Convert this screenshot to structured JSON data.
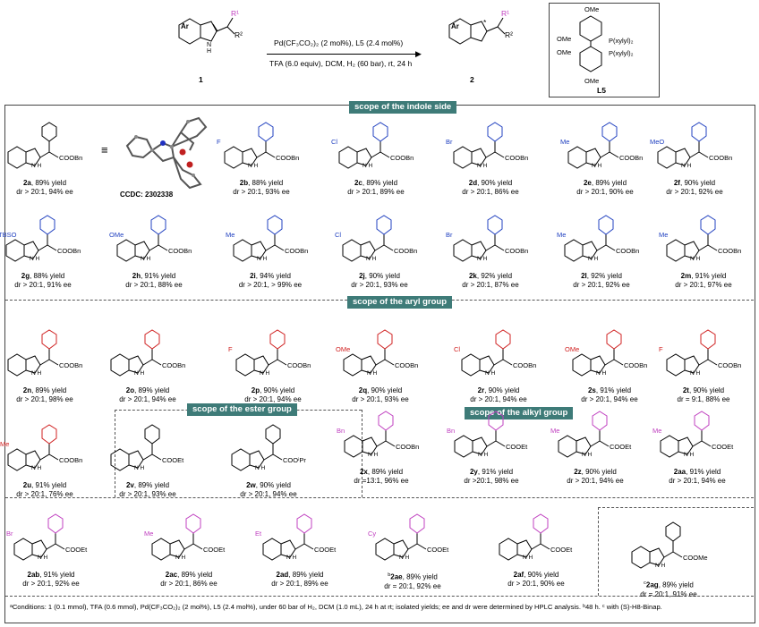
{
  "reaction": {
    "conditions_top": "Pd(CF₃CO₂)₂ (2 mol%), L5 (2.4 mol%)",
    "conditions_bottom": "TFA (6.0 equiv), DCM, H₂ (60 bar), rt, 24 h",
    "substrate_number": "1",
    "product_number": "2",
    "substrate_r1": "R¹",
    "substrate_r2": "R²",
    "substrate_ar": "Ar",
    "ligand_label": "L5",
    "ligand_p_top": "P(xylyl)₂",
    "ligand_p_bottom": "P(xylyl)₂",
    "ligand_ome": "OMe"
  },
  "sections": {
    "indole": "scope of the indole side",
    "aryl": "scope of the aryl group",
    "ester": "scope of the ester group",
    "alkyl": "scope of the alkyl group"
  },
  "crystal": {
    "label": "CCDC: 2302338",
    "equiv": "≡"
  },
  "compounds": [
    {
      "id": "2a",
      "yield": "89% yield",
      "sel": "dr > 20:1, 94% ee",
      "sub": "",
      "ester": "COOBn"
    },
    {
      "id": "2b",
      "yield": "88% yield",
      "sel": "dr > 20:1, 93% ee",
      "sub": "F",
      "ester": "COOBn"
    },
    {
      "id": "2c",
      "yield": "89% yield",
      "sel": "dr > 20:1, 89% ee",
      "sub": "Cl",
      "ester": "COOBn"
    },
    {
      "id": "2d",
      "yield": "90% yield",
      "sel": "dr > 20:1, 86% ee",
      "sub": "Br",
      "ester": "COOBn"
    },
    {
      "id": "2e",
      "yield": "89% yield",
      "sel": "dr > 20:1, 90% ee",
      "sub": "Me",
      "ester": "COOBn"
    },
    {
      "id": "2f",
      "yield": "90% yield",
      "sel": "dr > 20:1, 92% ee",
      "sub": "MeO",
      "ester": "COOBn"
    },
    {
      "id": "2g",
      "yield": "88% yield",
      "sel": "dr > 20:1, 91% ee",
      "sub": "TBSO",
      "ester": "COOBn"
    },
    {
      "id": "2h",
      "yield": "91% yield",
      "sel": "dr > 20:1, 88% ee",
      "sub": "OMe",
      "ester": "COOBn"
    },
    {
      "id": "2i",
      "yield": "94% yield",
      "sel": "dr > 20:1, > 99% ee",
      "sub": "Me",
      "ester": "COOBn"
    },
    {
      "id": "2j",
      "yield": "90% yield",
      "sel": "dr > 20:1, 93% ee",
      "sub": "Cl",
      "ester": "COOBn"
    },
    {
      "id": "2k",
      "yield": "92% yield",
      "sel": "dr > 20:1, 87% ee",
      "sub": "Br",
      "ester": "COOBn"
    },
    {
      "id": "2l",
      "yield": "92% yield",
      "sel": "dr > 20:1, 92% ee",
      "sub": "Me",
      "ester": "COOBn"
    },
    {
      "id": "2m",
      "yield": "91% yield",
      "sel": "dr > 20:1, 97% ee",
      "sub": "Me",
      "ester": "COOBn"
    },
    {
      "id": "2n",
      "yield": "89% yield",
      "sel": "dr > 20:1, 98% ee",
      "sub": "",
      "ester": "COOBn"
    },
    {
      "id": "2o",
      "yield": "89% yield",
      "sel": "dr > 20:1, 94% ee",
      "sub": "",
      "ester": "COOBn"
    },
    {
      "id": "2p",
      "yield": "90% yield",
      "sel": "dr > 20:1, 94% ee",
      "sub": "F",
      "ester": "COOBn"
    },
    {
      "id": "2q",
      "yield": "90% yield",
      "sel": "dr > 20:1, 93% ee",
      "sub": "OMe",
      "ester": "COOBn"
    },
    {
      "id": "2r",
      "yield": "90% yield",
      "sel": "dr > 20:1, 94% ee",
      "sub": "Cl",
      "ester": "COOBn"
    },
    {
      "id": "2s",
      "yield": "91% yield",
      "sel": "dr > 20:1, 94% ee",
      "sub": "OMe",
      "ester": "COOBn"
    },
    {
      "id": "2t",
      "yield": "90% yield",
      "sel": "dr = 9:1, 88% ee",
      "sub": "F",
      "ester": "COOBn"
    },
    {
      "id": "2u",
      "yield": "91% yield",
      "sel": "dr > 20:1, 76% ee",
      "sub": "Me",
      "ester": "COOBn"
    },
    {
      "id": "2v",
      "yield": "89% yield",
      "sel": "dr > 20:1, 93% ee",
      "sub": "",
      "ester": "COOEt"
    },
    {
      "id": "2w",
      "yield": "90% yield",
      "sel": "dr > 20:1, 94% ee",
      "sub": "",
      "ester": "COOⁱPr"
    },
    {
      "id": "2x",
      "yield": "89% yield",
      "sel": "dr =13:1, 96% ee",
      "sub": "Bn",
      "ester": "COOBn"
    },
    {
      "id": "2y",
      "yield": "91% yield",
      "sel": "dr >20:1, 98% ee",
      "sub": "Bn",
      "ester": "COOEt"
    },
    {
      "id": "2z",
      "yield": "90% yield",
      "sel": "dr > 20:1, 94% ee",
      "sub": "Me",
      "ester": "COOEt"
    },
    {
      "id": "2aa",
      "yield": "91% yield",
      "sel": "dr > 20:1, 94% ee",
      "sub": "Me",
      "ester": "COOEt"
    },
    {
      "id": "2ab",
      "yield": "91% yield",
      "sel": "dr > 20:1, 92% ee",
      "sub": "Br",
      "ester": "COOEt"
    },
    {
      "id": "2ac",
      "yield": "89% yield",
      "sel": "dr > 20:1, 86% ee",
      "sub": "Me",
      "ester": "COOEt"
    },
    {
      "id": "2ad",
      "yield": "89% yield",
      "sel": "dr > 20:1, 89% ee",
      "sub": "Et",
      "ester": "COOEt"
    },
    {
      "id": "2ae",
      "yield": "89% yield",
      "sel": "dr = 20:1, 92% ee",
      "sub": "Cy",
      "ester": "COOEt",
      "note": "b"
    },
    {
      "id": "2af",
      "yield": "90% yield",
      "sel": "dr > 20:1, 90% ee",
      "sub": "",
      "ester": "COOEt"
    },
    {
      "id": "2ag",
      "yield": "89% yield",
      "sel": "dr = 20:1, 91% ee",
      "sub": "",
      "ester": "COOMe",
      "note": "c"
    }
  ],
  "footnote": "ᵃConditions: 1 (0.1 mmol), TFA (0.6 mmol), Pd(CF₃CO₂)₂ (2 mol%), L5 (2.4 mol%), under 60 bar of H₂, DCM (1.0 mL), 24 h at rt; isolated yields; ee and dr were determined by HPLC analysis. ᵇ48 h. ᶜ with (S)-H8-Binap.",
  "colors": {
    "banner": "#3e7b78",
    "accent_purple": "#c040c0",
    "accent_red": "#d02020",
    "accent_blue": "#2040c0"
  }
}
